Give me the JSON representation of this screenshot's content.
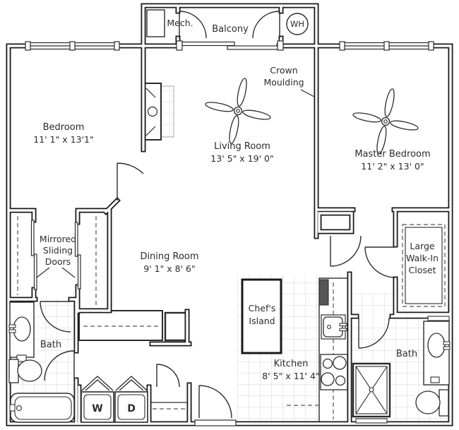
{
  "floorplan": {
    "balcony": {
      "label": "Balcony"
    },
    "mech": {
      "label": "Mech."
    },
    "water_heater": {
      "label": "WH"
    },
    "crown_moulding": {
      "line1": "Crown",
      "line2": "Moulding"
    },
    "bedroom": {
      "name": "Bedroom",
      "dims": "11' 1\" x 13'1\""
    },
    "living_room": {
      "name": "Living Room",
      "dims": "13' 5\" x 19' 0\""
    },
    "master_bedroom": {
      "name": "Master Bedroom",
      "dims": "11' 2\" x 13' 0\""
    },
    "mirrored_doors": {
      "line1": "Mirrored",
      "line2": "Sliding",
      "line3": "Doors"
    },
    "dining_room": {
      "name": "Dining Room",
      "dims": "9' 1\" x 8' 6\""
    },
    "walk_in_closet": {
      "line1": "Large",
      "line2": "Walk-In",
      "line3": "Closet"
    },
    "chefs_island": {
      "line1": "Chef's",
      "line2": "Island"
    },
    "bath_left": {
      "name": "Bath"
    },
    "bath_right": {
      "name": "Bath"
    },
    "kitchen": {
      "name": "Kitchen",
      "dims": "8' 5\" x 11' 4\""
    },
    "washer": {
      "label": "W"
    },
    "dryer": {
      "label": "D"
    }
  },
  "colors": {
    "line": "#2b2b2b",
    "wall": "#1a1a1a",
    "tile": "#d4d4d4",
    "background": "#ffffff"
  }
}
